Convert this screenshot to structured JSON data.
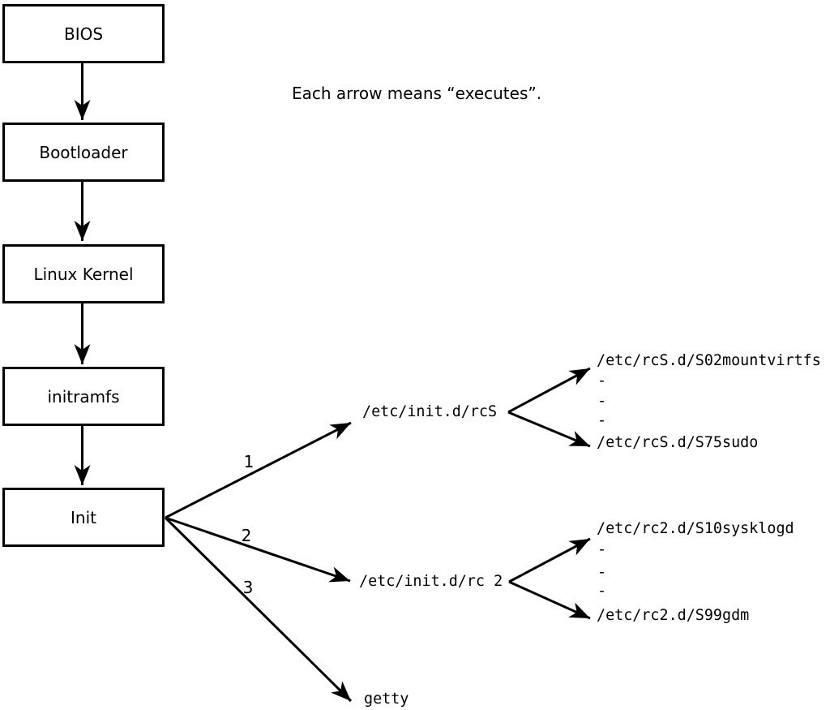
{
  "note": "Each arrow means “executes”.",
  "chain": [
    {
      "label": "BIOS"
    },
    {
      "label": "Bootloader"
    },
    {
      "label": "Linux Kernel"
    },
    {
      "label": "initramfs"
    },
    {
      "label": "Init"
    }
  ],
  "init_branches": [
    {
      "order": "1",
      "target": "/etc/init.d/rcS"
    },
    {
      "order": "2",
      "target": "/etc/init.d/rc 2"
    },
    {
      "order": "3",
      "target": "getty"
    }
  ],
  "rcS_scripts": {
    "first": "/etc/rcS.d/S02mountvirtfs",
    "ellipsis": [
      "-",
      "-",
      "-"
    ],
    "last": "/etc/rcS.d/S75sudo"
  },
  "rc2_scripts": {
    "first": "/etc/rc2.d/S10sysklogd",
    "ellipsis": [
      "-",
      "-",
      "-"
    ],
    "last": "/etc/rc2.d/S99gdm"
  },
  "colors": {
    "line": "#000000",
    "background": "#ffffff"
  }
}
